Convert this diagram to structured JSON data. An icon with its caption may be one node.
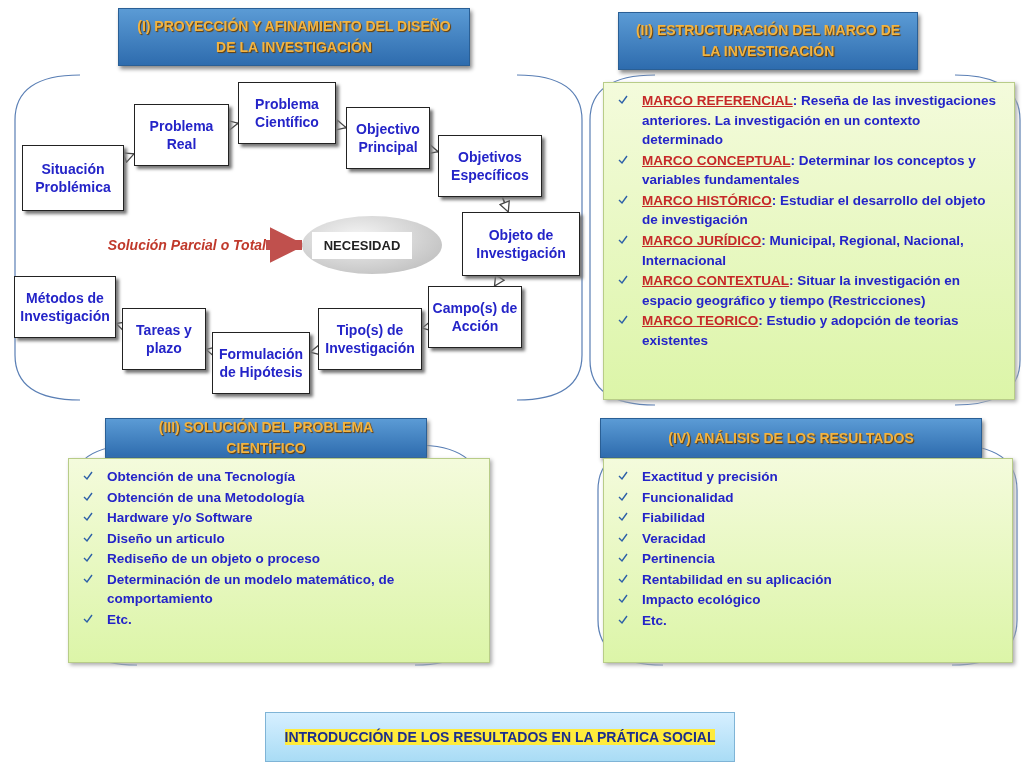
{
  "diagram": {
    "nodes": [
      {
        "text": [
          "(I) PROYECCIÓN Y AFINAMIENTO DEL DISEÑO DE LA INVESTIGACIÓN"
        ]
      },
      {
        "text": [
          "Situación Problémica"
        ]
      },
      {
        "text": [
          "Problema Real"
        ]
      },
      {
        "text": [
          "Problema Científico"
        ]
      },
      {
        "text": [
          "Objectivo Principal"
        ]
      },
      {
        "text": [
          "Objetivos Específicos"
        ]
      },
      {
        "text": [
          "Objeto de Investigación"
        ]
      },
      {
        "text": [
          "Campo(s) de Acción"
        ]
      },
      {
        "text": [
          "Tipo(s) de Investigación"
        ]
      },
      {
        "text": [
          "Formulación de Hipótesis"
        ]
      },
      {
        "text": [
          "Tareas y plazo"
        ]
      },
      {
        "text": [
          "Métodos de Investigación"
        ]
      },
      {
        "text": [
          "NECESIDAD"
        ]
      },
      {
        "text": [
          "Solución Parcial o Total"
        ]
      },
      {
        "text": [
          "(II) ESTRUCTURACIÓN DEL MARCO DE LA INVESTIGACIÓN"
        ]
      },
      {
        "text": [
          "**MARCO REFERENCIAL**: Reseña de las investigaciones anteriores. La investigación en un contexto determinado",
          "**MARCO CONCEPTUAL**: Determinar los conceptos y variables fundamentales",
          "**MARCO HISTÓRICO**: Estudiar el desarrollo del objeto de investigación",
          "**MARCO JURÍDICO**: Municipal, Regional, Nacional, Internacional",
          "**MARCO CONTEXTUAL**: Situar la investigación en espacio geográfico y tiempo (Restricciones)",
          "**MARCO TEORICO**: Estudio y adopción de teorias existentes"
        ]
      },
      {
        "text": [
          "(III) SOLUCIÓN DEL PROBLEMA CIENTÍFICO"
        ]
      },
      {
        "text": [
          "Obtención de una Tecnología",
          "Obtención de una Metodología",
          "Hardware y/o Software",
          "Diseño un articulo",
          "Rediseño de un objeto o proceso",
          "Determinación de un modelo matemático, de comportamiento",
          "Etc."
        ]
      },
      {
        "text": [
          "(IV) ANÁLISIS DE LOS RESULTADOS"
        ]
      },
      {
        "text": [
          "Exactitud y precisión",
          "Funcionalidad",
          "Fiabilidad",
          "Veracidad",
          "Pertinencia",
          "Rentabilidad en su aplicación",
          "Impacto ecológico",
          "Etc."
        ]
      },
      {
        "text": [
          "INTRODUCCIÓN DE LOS RESULTADOS EN LA PRÁTICA SOCIAL"
        ]
      }
    ],
    "edges": [
      {
        "from": 1,
        "to": 2,
        "arrow": "to"
      },
      {
        "from": 2,
        "to": 3,
        "arrow": "to"
      },
      {
        "from": 3,
        "to": 4,
        "arrow": "to"
      },
      {
        "from": 4,
        "to": 5,
        "arrow": "to"
      },
      {
        "from": 5,
        "to": 6,
        "arrow": "to"
      },
      {
        "from": 6,
        "to": 7,
        "arrow": "to"
      },
      {
        "from": 7,
        "to": 8,
        "arrow": "to"
      },
      {
        "from": 8,
        "to": 9,
        "arrow": "to"
      },
      {
        "from": 9,
        "to": 10,
        "arrow": "to"
      },
      {
        "from": 10,
        "to": 11,
        "arrow": "to"
      },
      {
        "from": 13,
        "to": 12,
        "arrow": "to",
        "style": "thick",
        "color": "#c0504d"
      }
    ]
  }
}
